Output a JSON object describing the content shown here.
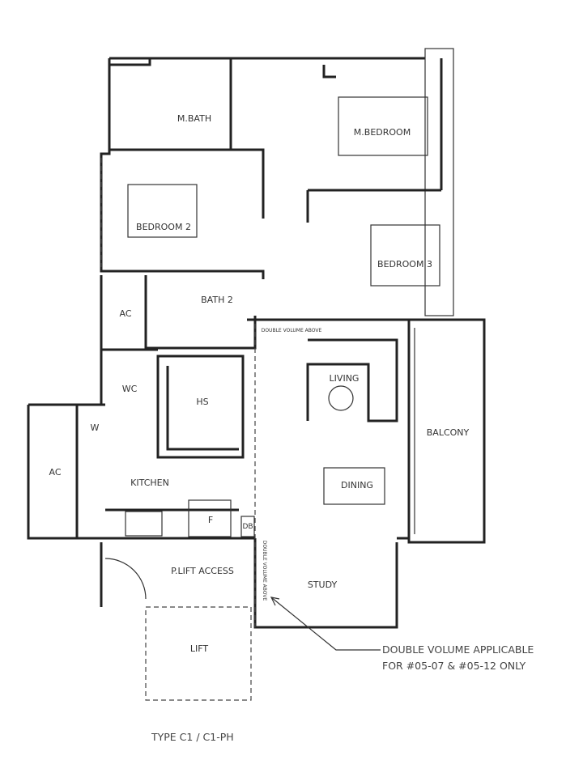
{
  "rooms": {
    "m_bath": "M.BATH",
    "m_bedroom": "M.BEDROOM",
    "bedroom_2": "BEDROOM 2",
    "bedroom_3": "BEDROOM 3",
    "ac_upper": "AC",
    "bath_2": "BATH 2",
    "wc": "WC",
    "hs": "HS",
    "living": "LIVING",
    "balcony": "BALCONY",
    "w": "W",
    "ac_lower": "AC",
    "kitchen": "KITCHEN",
    "dining": "DINING",
    "f": "F",
    "db": "DB",
    "p_lift_access": "P.LIFT ACCESS",
    "study": "STUDY",
    "lift": "LIFT"
  },
  "annotations": {
    "double_volume_top": "DOUBLE VOLUME ABOVE",
    "double_volume_side": "DOUBLE VOLUME ABOVE",
    "note_line1": "DOUBLE VOLUME APPLICABLE",
    "note_line2": "FOR #05-07 & #05-12 ONLY"
  },
  "unit_type": "TYPE C1 / C1-PH"
}
